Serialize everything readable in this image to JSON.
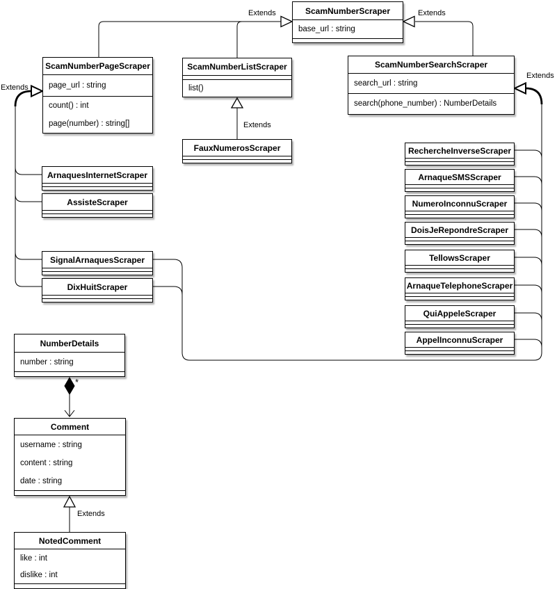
{
  "labels": {
    "extends": "Extends",
    "many": "*"
  },
  "colors": {
    "stroke": "#000000",
    "box_fill": "#ffffff",
    "shadow": "#b3b3b3"
  },
  "classes": {
    "scamNumberScraper": {
      "name": "ScamNumberScraper",
      "attributes": [
        "base_url : string"
      ],
      "methods": []
    },
    "scamNumberPageScraper": {
      "name": "ScamNumberPageScraper",
      "attributes": [
        "page_url : string"
      ],
      "methods": [
        "count() : int",
        "page(number) : string[]"
      ]
    },
    "scamNumberListScraper": {
      "name": "ScamNumberListScraper",
      "attributes": [],
      "methods": [
        "list()"
      ]
    },
    "scamNumberSearchScraper": {
      "name": "ScamNumberSearchScraper",
      "attributes": [
        "search_url : string"
      ],
      "methods": [
        "search(phone_number) : NumberDetails"
      ]
    },
    "fauxNumerosScraper": {
      "name": "FauxNumerosScraper"
    },
    "arnaquesInternetScraper": {
      "name": "ArnaquesInternetScraper"
    },
    "assisteScraper": {
      "name": "AssisteScraper"
    },
    "signalArnaquesScraper": {
      "name": "SignalArnaquesScraper"
    },
    "dixHuitScraper": {
      "name": "DixHuitScraper"
    },
    "rechercheInverseScraper": {
      "name": "RechercheInverseScraper"
    },
    "arnaqueSMSScraper": {
      "name": "ArnaqueSMSScraper"
    },
    "numeroInconnuScraper": {
      "name": "NumeroInconnuScraper"
    },
    "doisJeRepondreScraper": {
      "name": "DoisJeRepondreScraper"
    },
    "tellowsScraper": {
      "name": "TellowsScraper"
    },
    "arnaqueTelephoneScraper": {
      "name": "ArnaqueTelephoneScraper"
    },
    "quiAppeleScraper": {
      "name": "QuiAppeleScraper"
    },
    "appelInconnuScraper": {
      "name": "AppelInconnuScraper"
    },
    "numberDetails": {
      "name": "NumberDetails",
      "attributes": [
        "number : string"
      ],
      "methods": []
    },
    "comment": {
      "name": "Comment",
      "attributes": [
        "username : string",
        "content : string",
        "date : string"
      ],
      "methods": []
    },
    "notedComment": {
      "name": "NotedComment",
      "attributes": [
        "like : int",
        "dislike : int"
      ],
      "methods": []
    }
  },
  "relationships": [
    {
      "from": "ScamNumberPageScraper",
      "to": "ScamNumberScraper",
      "type": "extends"
    },
    {
      "from": "ScamNumberListScraper",
      "to": "ScamNumberScraper",
      "type": "extends"
    },
    {
      "from": "ScamNumberSearchScraper",
      "to": "ScamNumberScraper",
      "type": "extends"
    },
    {
      "from": "FauxNumerosScraper",
      "to": "ScamNumberListScraper",
      "type": "extends"
    },
    {
      "from": "ArnaquesInternetScraper",
      "to": "ScamNumberPageScraper",
      "type": "extends"
    },
    {
      "from": "AssisteScraper",
      "to": "ScamNumberPageScraper",
      "type": "extends"
    },
    {
      "from": "SignalArnaquesScraper",
      "to": "ScamNumberPageScraper",
      "type": "extends"
    },
    {
      "from": "DixHuitScraper",
      "to": "ScamNumberPageScraper",
      "type": "extends"
    },
    {
      "from": "SignalArnaquesScraper",
      "to": "ScamNumberSearchScraper",
      "type": "extends"
    },
    {
      "from": "DixHuitScraper",
      "to": "ScamNumberSearchScraper",
      "type": "extends"
    },
    {
      "from": "RechercheInverseScraper",
      "to": "ScamNumberSearchScraper",
      "type": "extends"
    },
    {
      "from": "ArnaqueSMSScraper",
      "to": "ScamNumberSearchScraper",
      "type": "extends"
    },
    {
      "from": "NumeroInconnuScraper",
      "to": "ScamNumberSearchScraper",
      "type": "extends"
    },
    {
      "from": "DoisJeRepondreScraper",
      "to": "ScamNumberSearchScraper",
      "type": "extends"
    },
    {
      "from": "TellowsScraper",
      "to": "ScamNumberSearchScraper",
      "type": "extends"
    },
    {
      "from": "ArnaqueTelephoneScraper",
      "to": "ScamNumberSearchScraper",
      "type": "extends"
    },
    {
      "from": "QuiAppeleScraper",
      "to": "ScamNumberSearchScraper",
      "type": "extends"
    },
    {
      "from": "AppelInconnuScraper",
      "to": "ScamNumberSearchScraper",
      "type": "extends"
    },
    {
      "from": "NumberDetails",
      "to": "Comment",
      "type": "composition",
      "multiplicity": "*"
    },
    {
      "from": "NotedComment",
      "to": "Comment",
      "type": "extends"
    }
  ]
}
